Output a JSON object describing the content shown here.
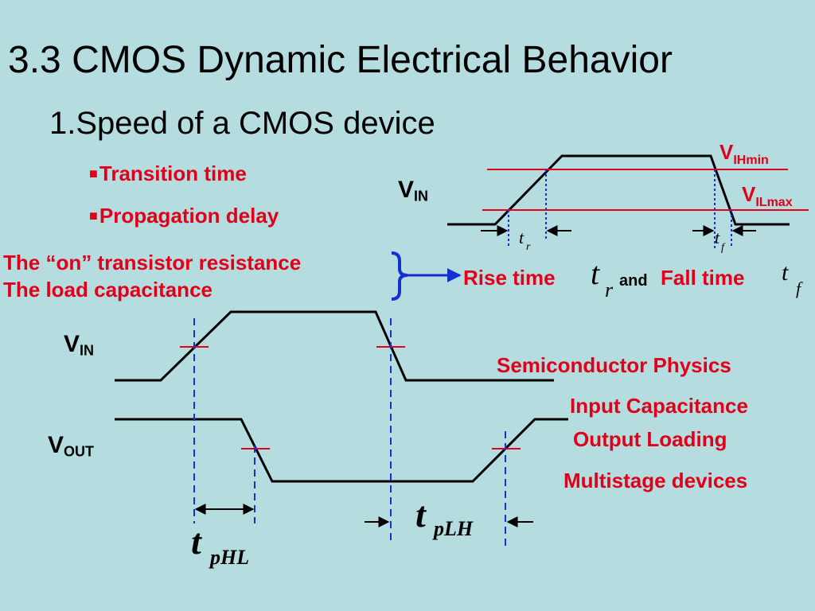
{
  "title": "3.3 CMOS Dynamic Electrical Behavior",
  "subtitle": "1.Speed of a CMOS device",
  "bullets": [
    {
      "marker": "■",
      "text": "Transition time"
    },
    {
      "marker": "■",
      "text": "Propagation delay"
    }
  ],
  "factors": {
    "line1": "The “on” transistor resistance",
    "line2": "The load capacitance"
  },
  "result": {
    "rise_label": "Rise time",
    "rise_sym": "t",
    "rise_sub": "r",
    "and_label": "and",
    "fall_label": "Fall time",
    "fall_sym": "t",
    "fall_sub": "f"
  },
  "top_diagram": {
    "signal_main": "V",
    "signal_sub": "IN",
    "vih_main": "V",
    "vih_sub": "IHmin",
    "vil_main": "V",
    "vil_sub": "ILmax",
    "tr_sym": "t",
    "tr_sub": "r",
    "tf_sym": "t",
    "tf_sub": "f"
  },
  "bottom_diagram": {
    "vin_main": "V",
    "vin_sub": "IN",
    "vout_main": "V",
    "vout_sub": "OUT",
    "tphl_sym": "t",
    "tphl_sub": "pHL",
    "tplh_sym": "t",
    "tplh_sub": "pLH"
  },
  "factors_list": [
    "Semiconductor Physics",
    "Input Capacitance",
    "Output Loading",
    "Multistage devices"
  ],
  "colors": {
    "background": "#b5dde0",
    "accent_red": "#e0001a",
    "bracket_blue": "#1430d0",
    "dash_blue": "#1a2ee0"
  }
}
